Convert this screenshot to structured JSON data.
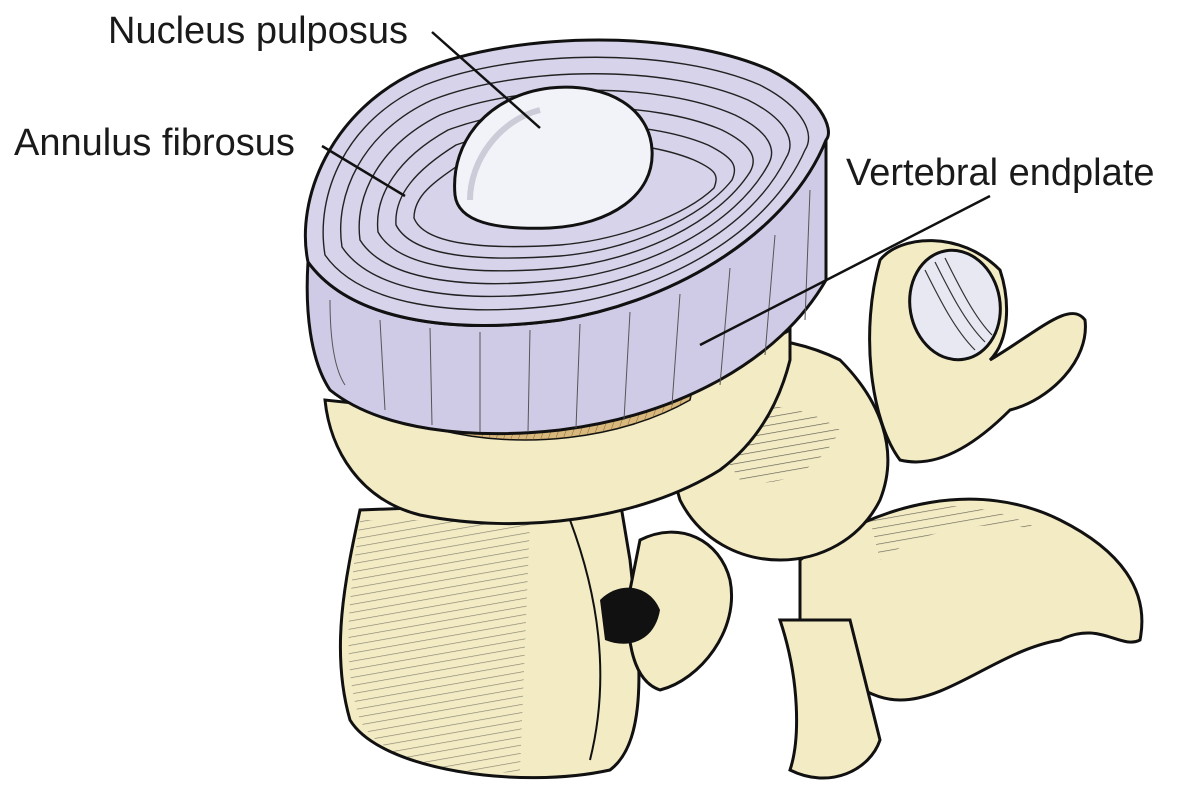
{
  "labels": {
    "nucleus_pulposus": "Nucleus pulposus",
    "annulus_fibrosus": "Annulus fibrosus",
    "vertebral_endplate": "Vertebral endplate"
  },
  "colors": {
    "disc": "#cfcbe6",
    "disc_shadow": "#a9a4cc",
    "nucleus": "#f2f3f8",
    "bone": "#f3ebc4",
    "bone_shadow": "#c9b97a",
    "endplate": "#d8b87c",
    "outline": "#111111"
  }
}
